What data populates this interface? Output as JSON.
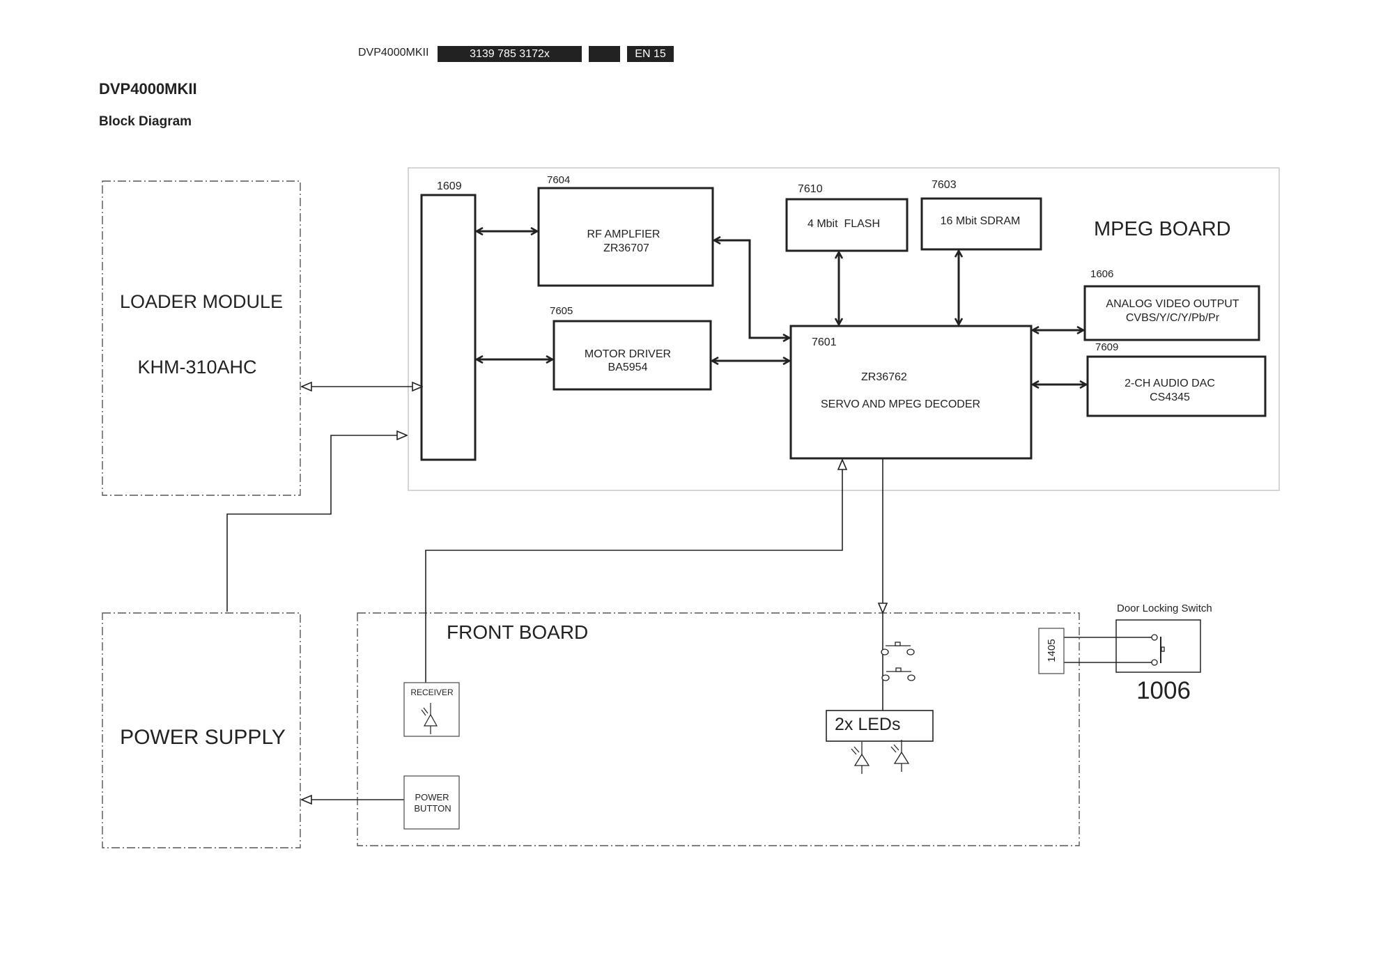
{
  "header": {
    "model": "DVP4000MKII",
    "doc_number": "3139 785 3172x",
    "blank_field": "",
    "page": "EN 15"
  },
  "title": "DVP4000MKII",
  "subtitle": "Block Diagram",
  "blocks": {
    "loader": {
      "line1": "LOADER MODULE",
      "line2": "KHM-310AHC"
    },
    "power_supply": {
      "label": "POWER SUPPLY"
    },
    "mpeg_board": {
      "label": "MPEG BOARD"
    },
    "front_board": {
      "label": "FRONT BOARD"
    },
    "connector_1609": {
      "ref": "1609"
    },
    "rf_amp": {
      "ref": "7604",
      "line1": "RF AMPLFIER",
      "line2": "ZR36707"
    },
    "motor_driver": {
      "ref": "7605",
      "line1": "MOTOR DRIVER",
      "line2": "BA5954"
    },
    "flash": {
      "ref": "7610",
      "label": "4 Mbit  FLASH"
    },
    "sdram": {
      "ref": "7603",
      "label": "16 Mbit SDRAM"
    },
    "decoder": {
      "ref": "7601",
      "line1": "ZR36762",
      "line2": "SERVO AND MPEG DECODER"
    },
    "video_out": {
      "ref": "1606",
      "line1": "ANALOG VIDEO OUTPUT",
      "line2": "CVBS/Y/C/Y/Pb/Pr"
    },
    "audio_dac": {
      "ref": "7609",
      "line1": "2-CH AUDIO DAC",
      "line2": "CS4345"
    },
    "receiver": {
      "label": "RECEIVER"
    },
    "power_button": {
      "line1": "POWER",
      "line2": "BUTTON"
    },
    "leds": {
      "label": "2x LEDs"
    },
    "connector_1405": {
      "ref": "1405"
    },
    "door_switch": {
      "title": "Door Locking Switch",
      "ref": "1006"
    }
  },
  "icons": [
    "receiver-photodiode-icon",
    "pushbutton-switch-icon",
    "led-icon",
    "door-switch-icon"
  ]
}
